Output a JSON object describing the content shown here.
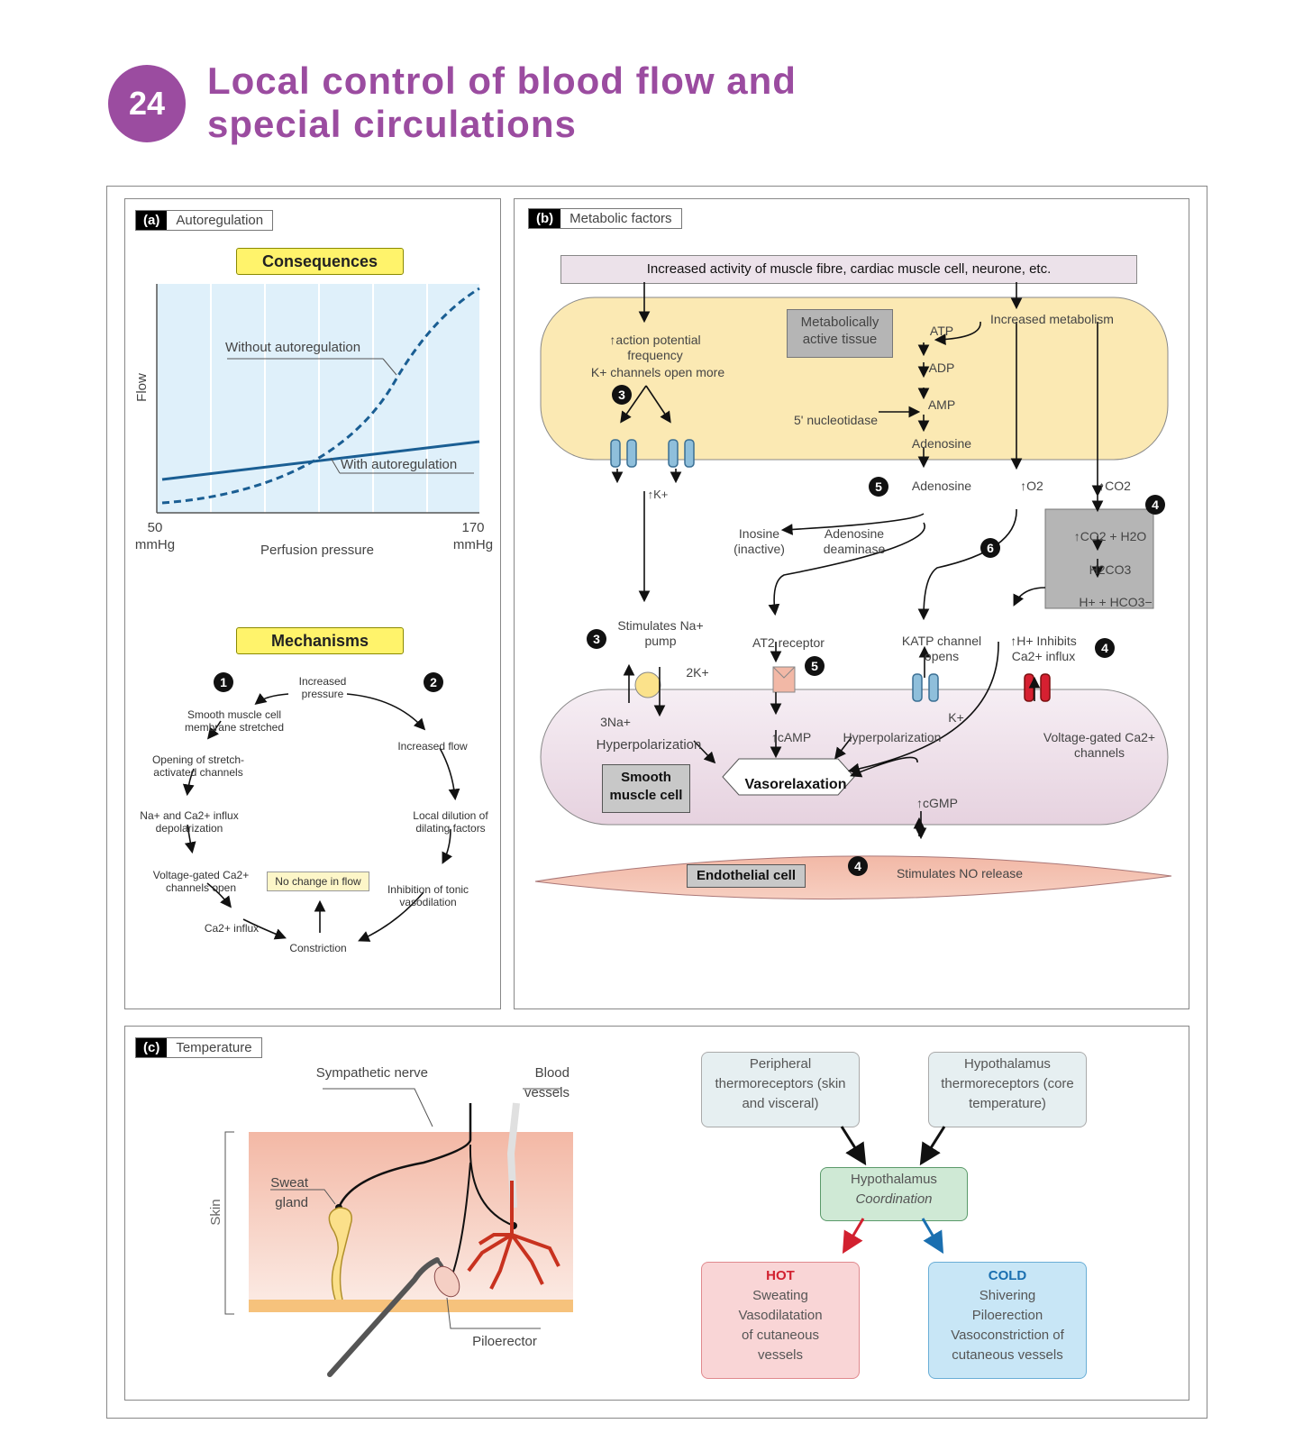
{
  "header": {
    "chapter_number": "24",
    "title_line1": "Local control of blood flow and",
    "title_line2": "special circulations"
  },
  "panel_a": {
    "letter": "(a)",
    "label": "Autoregulation",
    "consequences": "Consequences",
    "chart_data": {
      "type": "line",
      "xlabel": "Perfusion pressure",
      "ylabel": "Flow",
      "x_tick_left": "50\nmmHg",
      "x_tick_right": "170\nmmHg",
      "series": [
        {
          "name": "Without autoregulation",
          "style": "dashed",
          "color": "#1a5e93"
        },
        {
          "name": "With autoregulation",
          "style": "solid",
          "color": "#1a5e93"
        }
      ]
    },
    "x_left_value": "50",
    "x_left_unit": "mmHg",
    "x_right_value": "170",
    "x_right_unit": "mmHg",
    "mechanisms": "Mechanisms",
    "mech": {
      "n1": "1",
      "n2": "2",
      "increased_pressure": "Increased pressure",
      "stretched": "Smooth muscle cell membrane stretched",
      "stretch_channels": "Opening of stretch-activated channels",
      "na_ca": "Na+ and Ca2+ influx depolarization",
      "vg_channels": "Voltage-gated Ca2+ channels open",
      "ca_influx": "Ca2+ influx",
      "constriction": "Constriction",
      "no_change": "No change in flow",
      "increased_flow": "Increased flow",
      "local_dilution": "Local dilution of dilating factors",
      "inhibition": "Inhibition of tonic vasodilation"
    }
  },
  "panel_b": {
    "letter": "(b)",
    "label": "Metabolic factors",
    "top_bar": "Increased activity of muscle fibre, cardiac muscle cell, neurone, etc.",
    "metab_tissue": "Metabolically active tissue",
    "ap_freq": "↑action potential frequency",
    "k_channels": "K+ channels open more",
    "atp": "ATP",
    "adp": "ADP",
    "amp": "AMP",
    "nucleotidase": "5' nucleotidase",
    "adenosine_in": "Adenosine",
    "increased_metab": "Increased metabolism",
    "k_out": "↑K+",
    "adenosine_out": "Adenosine",
    "o2": "↑O2",
    "co2": "↑CO2",
    "inosine": "Inosine (inactive)",
    "deaminase": "Adenosine deaminase",
    "co2_h2o": "↑CO2 + H2O",
    "h2co3": "H2CO3",
    "h_hco3": "H+ + HCO3−",
    "na_pump": "Stimulates Na+ pump",
    "at2": "AT2 receptor",
    "katp": "KATP channel opens",
    "h_inhibits": "↑H+ Inhibits Ca2+ influx",
    "two_k": "2K+",
    "three_na": "3Na+",
    "hyper1": "Hyperpolarization",
    "camp": "↑cAMP",
    "hyper2": "Hyperpolarization",
    "k_plus": "K+",
    "vg_ca": "Voltage-gated Ca2+ channels",
    "smooth": "Smooth muscle cell",
    "vasorelax": "Vasorelaxation",
    "cgmp": "↑cGMP",
    "endothelial": "Endothelial cell",
    "no_release": "Stimulates NO release",
    "nums": {
      "n3a": "3",
      "n5a": "5",
      "n4a": "4",
      "n6": "6",
      "n3b": "3",
      "n5b": "5",
      "n4b": "4",
      "n4c": "4"
    }
  },
  "panel_c": {
    "letter": "(c)",
    "label": "Temperature",
    "sympathetic": "Sympathetic nerve",
    "blood_vessels": "Blood vessels",
    "sweat_gland": "Sweat gland",
    "skin": "Skin",
    "piloerector": "Piloerector",
    "peripheral": "Peripheral thermoreceptors (skin and visceral)",
    "hypo_thermo": "Hypothalamus thermoreceptors (core temperature)",
    "hypo_coord_1": "Hypothalamus",
    "hypo_coord_2": "Coordination",
    "hot": {
      "title": "HOT",
      "l1": "Sweating",
      "l2": "Vasodilatation",
      "l3": "of cutaneous",
      "l4": "vessels",
      "color": "#d2202f"
    },
    "cold": {
      "title": "COLD",
      "l1": "Shivering",
      "l2": "Piloerection",
      "l3": "Vasoconstriction of",
      "l4": "cutaneous vessels",
      "color": "#1a6fb0"
    }
  }
}
